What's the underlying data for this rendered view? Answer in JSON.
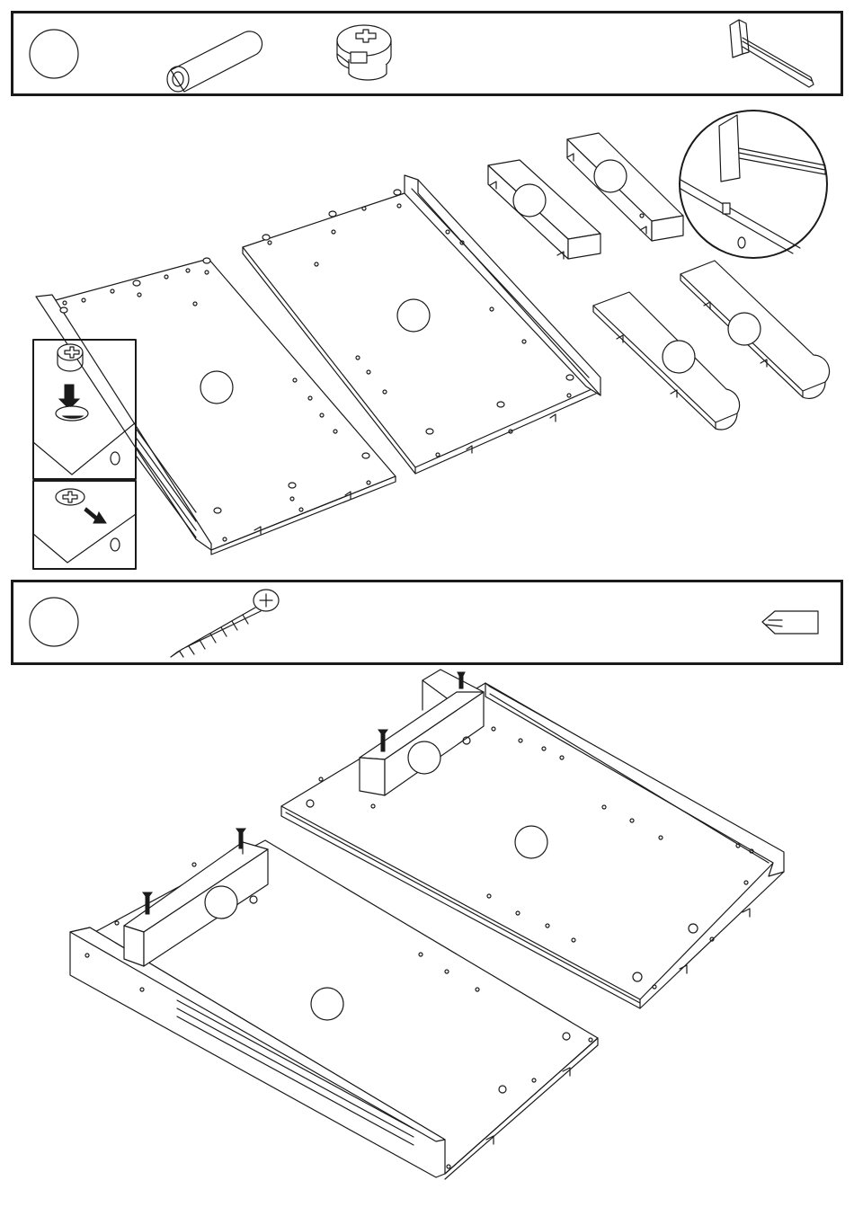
{
  "page": {
    "background": "#ffffff",
    "line_color": "#1a1a1a"
  },
  "step_1": {
    "parts_bar": {
      "items": [
        {
          "icon": "part-reference-circle-icon"
        },
        {
          "icon": "wooden-dowel-icon"
        },
        {
          "icon": "cam-lock-icon"
        },
        {
          "icon": "hammer-icon"
        }
      ]
    },
    "insets": [
      "cam-lock-insert-detail",
      "cam-lock-rotate-detail",
      "dowel-hammer-detail"
    ]
  },
  "step_2": {
    "parts_bar": {
      "items": [
        {
          "icon": "part-reference-circle-icon"
        },
        {
          "icon": "wood-screw-icon"
        },
        {
          "icon": "phillips-screwdriver-bit-icon"
        }
      ]
    }
  }
}
